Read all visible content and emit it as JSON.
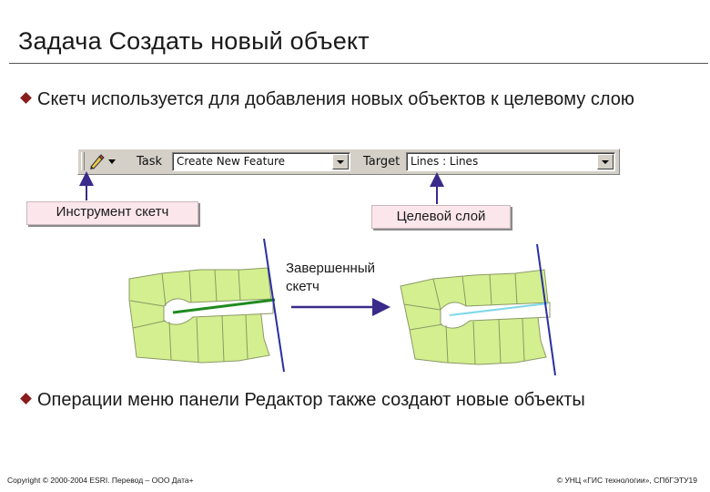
{
  "slide": {
    "title": "Задача Создать новый объект",
    "bullets": [
      "Скетч используется для добавления новых объектов к целевому слою",
      "Операции меню панели Редактор также создают новые объекты"
    ]
  },
  "toolbar": {
    "tool_icon": "pencil-sketch-icon",
    "task_label": "Task",
    "task_value": "Create New Feature",
    "target_label": "Target",
    "target_value": "Lines : Lines"
  },
  "callouts": {
    "sketch_tool": "Инструмент скетч",
    "target_layer": "Целевой слой",
    "finished_sketch": "Завершенный\nскетч"
  },
  "colors": {
    "parcel_fill": "#d4ef8f",
    "parcel_edge": "#8a9a66",
    "road_line": "#2b2fa0",
    "sketch_line": "#1f8a1f",
    "finished_line": "#7fd8e8",
    "callout_fill": "#fbe6ec",
    "arrow": "#3a2a8a",
    "bullet_mark": "#8a1c1c"
  },
  "footer": {
    "left": "Copyright © 2000-2004 ESRI. Перевод – ООО Дата+",
    "right": "© УНЦ «ГИС технологии», СПбГЭТУ19"
  }
}
